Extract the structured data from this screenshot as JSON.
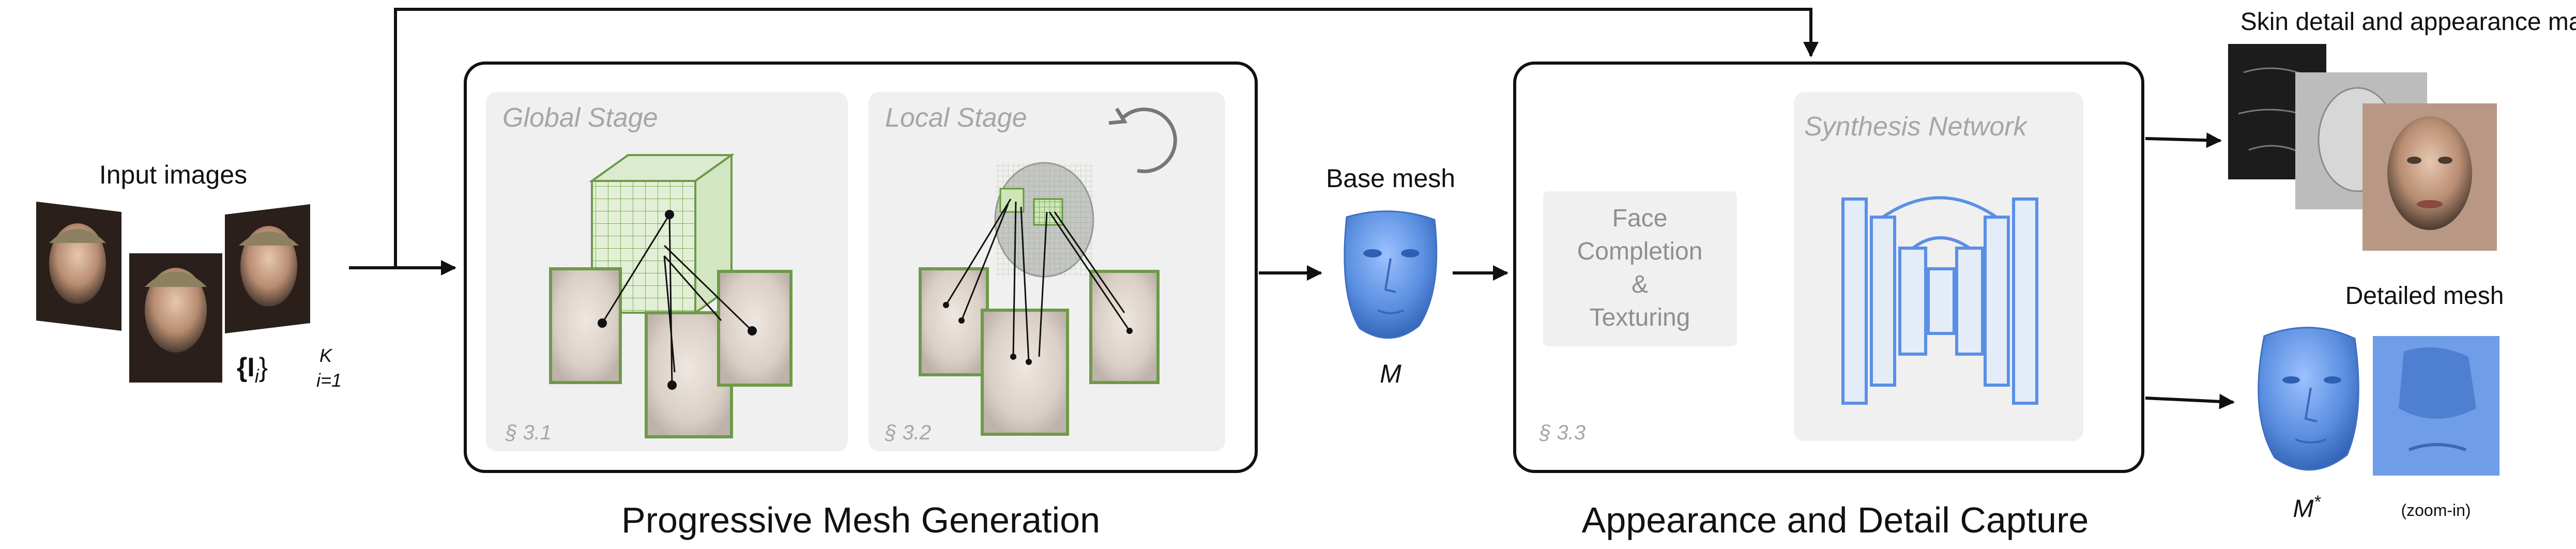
{
  "input": {
    "title": "Input images",
    "formula_base": "{I",
    "formula_sub": "i",
    "formula_close": "}",
    "formula_sup": "K",
    "formula_lower": "i=1"
  },
  "progressive": {
    "title": "Progressive Mesh Generation",
    "global_stage": {
      "label": "Global Stage",
      "section": "§ 3.1"
    },
    "local_stage": {
      "label": "Local Stage",
      "section": "§ 3.2"
    }
  },
  "base_mesh": {
    "title": "Base mesh",
    "symbol": "M"
  },
  "appearance": {
    "title": "Appearance and Detail Capture",
    "face_completion": [
      "Face",
      "Completion",
      "&",
      "Texturing"
    ],
    "synthesis": "Synthesis Network",
    "section": "§ 3.3"
  },
  "outputs": {
    "maps_title": "Skin detail and appearance maps",
    "detailed_title": "Detailed mesh",
    "symbol": "M",
    "symbol_sup": "*",
    "zoom_label": "(zoom-in)"
  },
  "colors": {
    "stage_bg": "#f0f0f0",
    "grid_green": "#6e9a48",
    "mesh_blue": "#5b8fe0",
    "net_blue": "#5b8fe6",
    "frame": "#111111",
    "label_gray": "#a6a6a6"
  },
  "icons": [
    "rotate-arrow-icon"
  ]
}
